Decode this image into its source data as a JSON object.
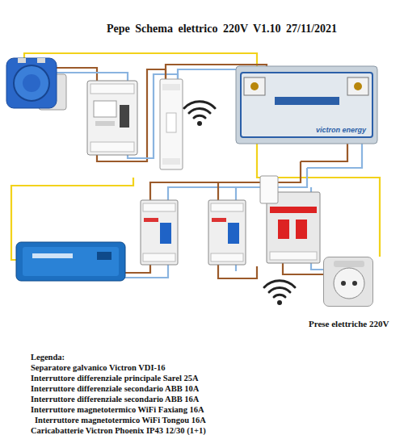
{
  "diagram": {
    "title": "Pepe Schema elettrico 220V V1.10 27/11/2021",
    "nodes": [
      {
        "text": [
          "victron energy"
        ]
      },
      {
        "text": [
          "Prese elettriche 220V"
        ]
      }
    ],
    "labels": [
      "Legenda:",
      "Separatore galvanico Victron VDI-16",
      "Interruttore differenziale principale Sarel 25A",
      "Interruttore differenziale secondario ABB 10A",
      "Interruttore differenziale secondario ABB 16A",
      "Interruttore magnetotermico WiFi Faxiang 16A",
      "Interruttore magnetotermico WiFi Tongou 16A",
      "Caricabatterie Victron Phoenix IP43 12/30 (1+1)"
    ]
  }
}
